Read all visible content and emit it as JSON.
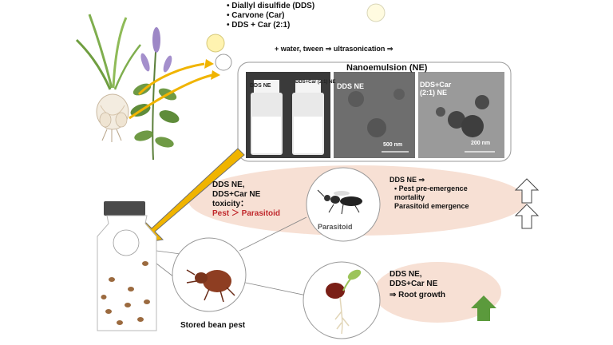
{
  "ingredients": {
    "dds": "Diallyl disulfide (DDS)",
    "car": "Carvone (Car)",
    "mix": "DDS + Car (2:1)"
  },
  "process": "+ water, tween ⇒ ultrasonication ⇒",
  "ne_panel": {
    "title": "Nanoemulsion (NE)",
    "vial_left": "DDS NE",
    "vial_right": "DDS+Car (2:1) NE",
    "tem_left": "DDS NE",
    "tem_right": "DDS+Car (2:1) NE",
    "scale_left": "500 nm",
    "scale_right": "200 nm"
  },
  "toxicity": {
    "line1": "DDS NE,",
    "line2": "DDS+Car NE",
    "line3": "toxicity：",
    "result": "Pest ＞ Parasitoid"
  },
  "effects": {
    "head": "DDS NE ⇒",
    "item1": "Pest pre-emergence mortality",
    "item2": "Parasitoid emergence"
  },
  "root": {
    "line1": "DDS NE,",
    "line2": "DDS+Car NE",
    "line3": "⇒ Root growth"
  },
  "labels": {
    "parasitoid": "Parasitoid",
    "pest": "Stored bean pest"
  },
  "colors": {
    "ellipse": "#f7dfd3",
    "arrow_gold": "#f0b400",
    "up_green": "#5b9a3c"
  }
}
